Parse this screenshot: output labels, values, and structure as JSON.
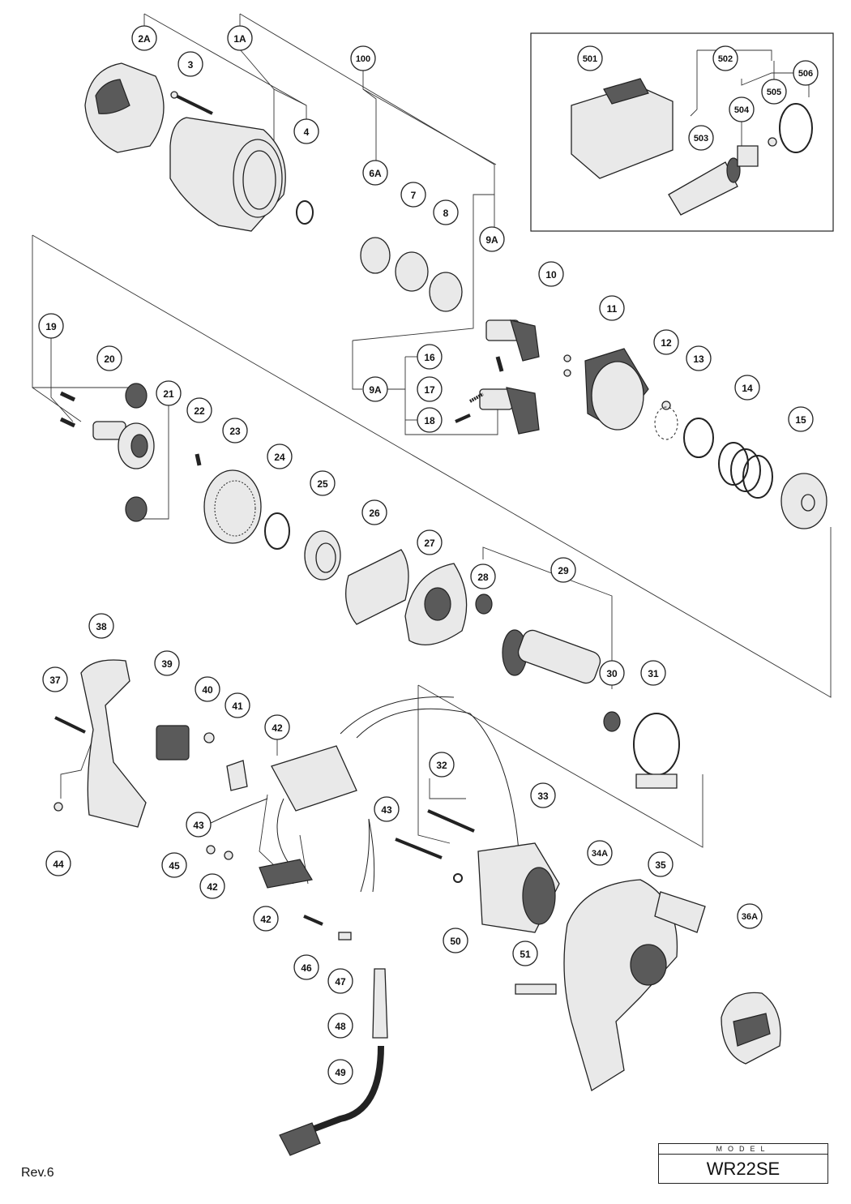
{
  "labels": [
    "2A",
    "1A",
    "3",
    "100",
    "4",
    "6A",
    "7",
    "8",
    "9A",
    "9A",
    "10",
    "11",
    "12",
    "13",
    "14",
    "15",
    "16",
    "17",
    "18",
    "19",
    "20",
    "21",
    "22",
    "23",
    "24",
    "25",
    "26",
    "27",
    "28",
    "29",
    "30",
    "31",
    "37",
    "38",
    "39",
    "40",
    "41",
    "42",
    "43",
    "43",
    "44",
    "45",
    "42",
    "42",
    "32",
    "33",
    "34A",
    "35",
    "36A",
    "46",
    "47",
    "48",
    "49",
    "50",
    "51",
    "501",
    "502",
    "503",
    "504",
    "505",
    "506"
  ],
  "footer": {
    "revision": "Rev.6"
  },
  "model": {
    "heading": "MODEL",
    "value": "WR22SE"
  }
}
